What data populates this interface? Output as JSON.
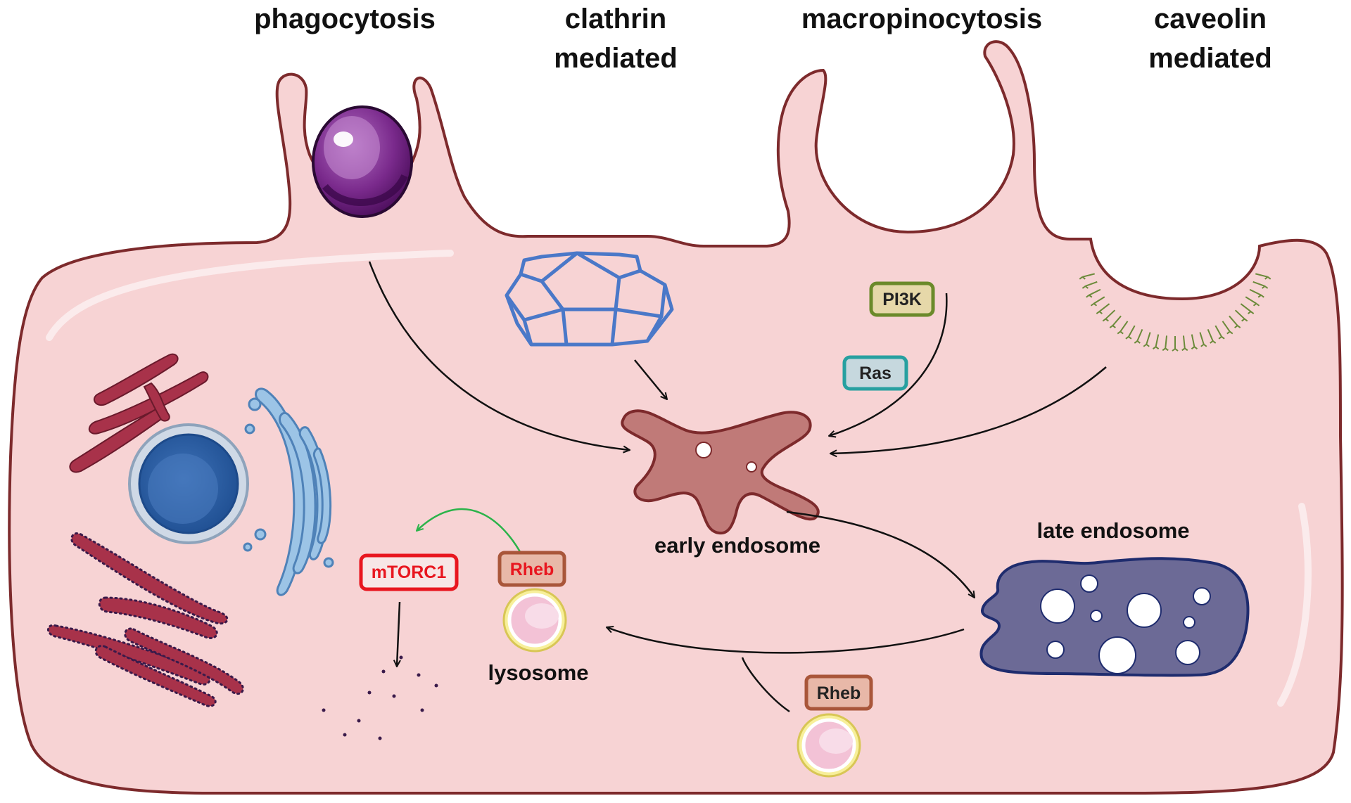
{
  "pathways": {
    "phagocytosis": "phagocytosis",
    "clathrin_line1": "clathrin",
    "clathrin_line2": "mediated",
    "macropinocytosis": "macropinocytosis",
    "caveolin_line1": "caveolin",
    "caveolin_line2": "mediated"
  },
  "organelles": {
    "early_endosome": "early endosome",
    "late_endosome": "late endosome",
    "lysosome": "lysosome"
  },
  "proteins": {
    "pi3k": "PI3K",
    "ras": "Ras",
    "mtorc1": "mTORC1",
    "rheb_lysosome": "Rheb",
    "rheb_vesicle": "Rheb"
  },
  "colors": {
    "cell_fill": "#f7d3d4",
    "cell_outline": "#7d2a2c",
    "pi3k": "#6b8a2a",
    "ras": "#27a0a0",
    "mtorc1": "#e8161f",
    "rheb_border": "#a9563a",
    "rheb_fill": "#e8b8a8",
    "rheb_text_lysosome": "#e8161f",
    "rheb_text_vesicle": "#222222",
    "early_endosome": "#c07a78",
    "late_endosome": "#6c6a96",
    "clathrin": "#4a78c8",
    "caveolin": "#6b8a3a",
    "activation_arrow": "#2bb34a"
  }
}
